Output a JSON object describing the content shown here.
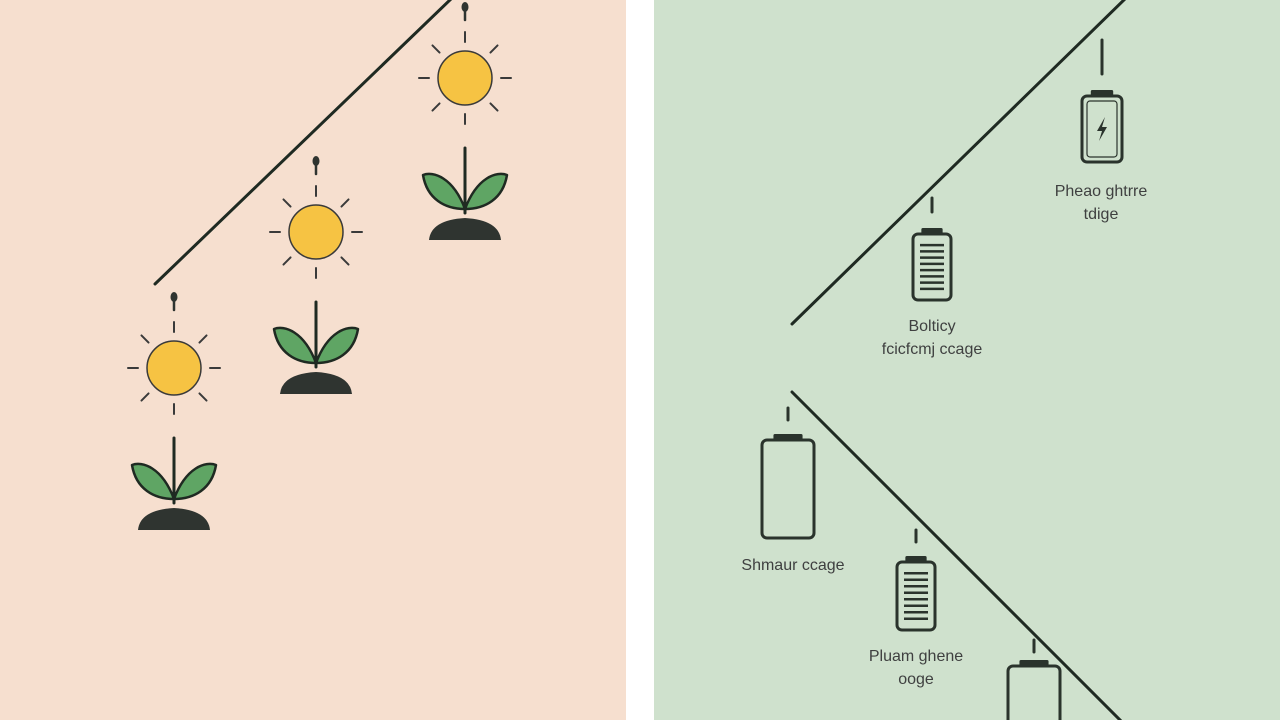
{
  "colors": {
    "left_background": "#f6dfcf",
    "right_background": "#cfe1cd",
    "divider": "#ffffff",
    "line": "#1f2a22",
    "sun_fill": "#f6c343",
    "sun_ray": "#3a3a3a",
    "leaf_fill": "#5fa564",
    "leaf_stroke": "#1f2a22",
    "soil": "#2f3430",
    "battery_stroke": "#2a332c"
  },
  "left_panel": {
    "stages": [
      {
        "icons": [
          "sun-icon",
          "sprout-icon",
          "soil-mound-icon"
        ]
      },
      {
        "icons": [
          "sun-icon",
          "sprout-icon",
          "soil-mound-icon"
        ]
      },
      {
        "icons": [
          "sun-icon",
          "sprout-icon",
          "soil-mound-icon"
        ]
      }
    ]
  },
  "right_panel": {
    "stages": [
      {
        "icon": "battery-charging-icon",
        "label_lines": [
          "Pheao ghtrre",
          "tdige"
        ]
      },
      {
        "icon": "battery-full-icon",
        "label_lines": [
          "Bolticy",
          "fcicfcmj ccage"
        ]
      },
      {
        "icon": "battery-empty-icon",
        "label_lines": [
          "Shmaur ccage"
        ]
      },
      {
        "icon": "battery-full-icon",
        "label_lines": [
          "Pluam ghene",
          "ooge"
        ]
      },
      {
        "icon": "battery-empty-icon",
        "label_lines": []
      }
    ]
  }
}
